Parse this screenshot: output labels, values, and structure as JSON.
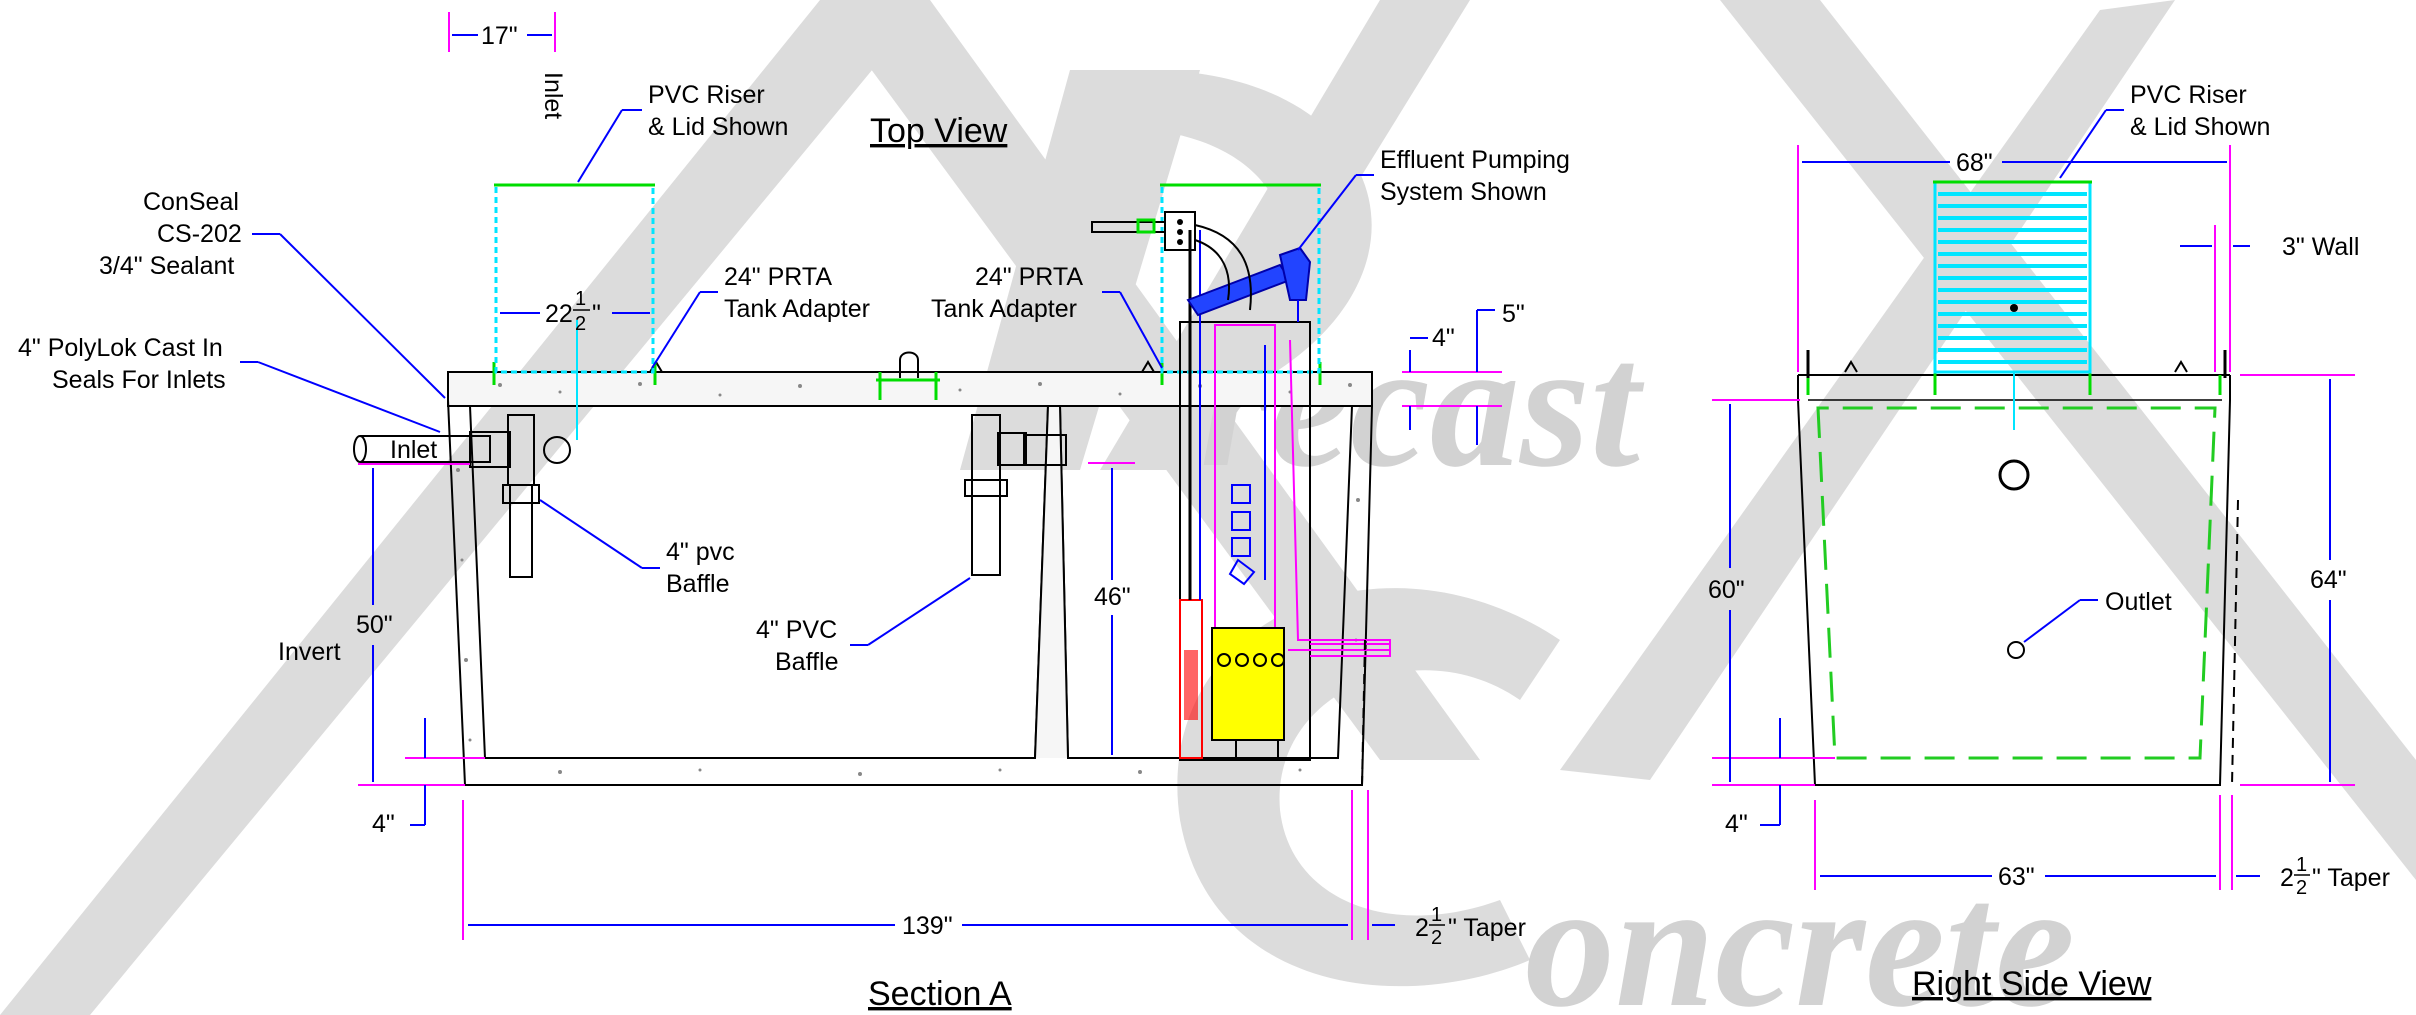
{
  "watermark": {
    "precast": "recast",
    "concrete": "oncrete",
    "color": "#d2d2d2"
  },
  "titles": {
    "top_view": "Top View",
    "section_a": "Section A",
    "right_side_view": "Right Side View"
  },
  "section_labels": {
    "conseal_1": "ConSeal",
    "conseal_2": "CS-202",
    "conseal_3": "3/4\" Sealant",
    "polylok_1": "4\" PolyLok Cast In",
    "polylok_2": "Seals For Inlets",
    "riser_1": "PVC Riser",
    "riser_2": "& Lid Shown",
    "prta_left_1": "24\" PRTA",
    "prta_left_2": "Tank Adapter",
    "prta_right_1": "24\" PRTA",
    "prta_right_2": "Tank Adapter",
    "effluent_1": "Effluent Pumping",
    "effluent_2": "System Shown",
    "inlet_vertical": "Inlet",
    "inlet_pipe": "Inlet",
    "baffle_left_1": "4\" pvc",
    "baffle_left_2": "Baffle",
    "baffle_right_1": "4\" PVC",
    "baffle_right_2": "Baffle",
    "invert": "Invert"
  },
  "section_dimensions": {
    "d17": "17\"",
    "d22_whole": "22",
    "d22_num": "1",
    "d22_den": "2",
    "d4_top": "4\"",
    "d5": "5\"",
    "d46": "46\"",
    "d50": "50\"",
    "d4_bottom": "4\"",
    "d139": "139\"",
    "taper_whole": "2",
    "taper_num": "1",
    "taper_den": "2",
    "taper_text": "\" Taper"
  },
  "side_labels": {
    "riser_1": "PVC Riser",
    "riser_2": "& Lid Shown",
    "wall": "3\" Wall",
    "outlet": "Outlet"
  },
  "side_dimensions": {
    "d68": "68\"",
    "d60": "60\"",
    "d64": "64\"",
    "d4": "4\"",
    "d63": "63\"",
    "taper_whole": "2",
    "taper_num": "1",
    "taper_den": "2",
    "taper_text": "\"  Taper"
  },
  "colors": {
    "dimension_blue": "#0000ff",
    "extension_magenta": "#ff00ff",
    "riser_cyan": "#00e5ff",
    "adapter_green": "#00dd00",
    "pump_yellow": "#ffff00",
    "alarm_red": "#ff0000"
  }
}
